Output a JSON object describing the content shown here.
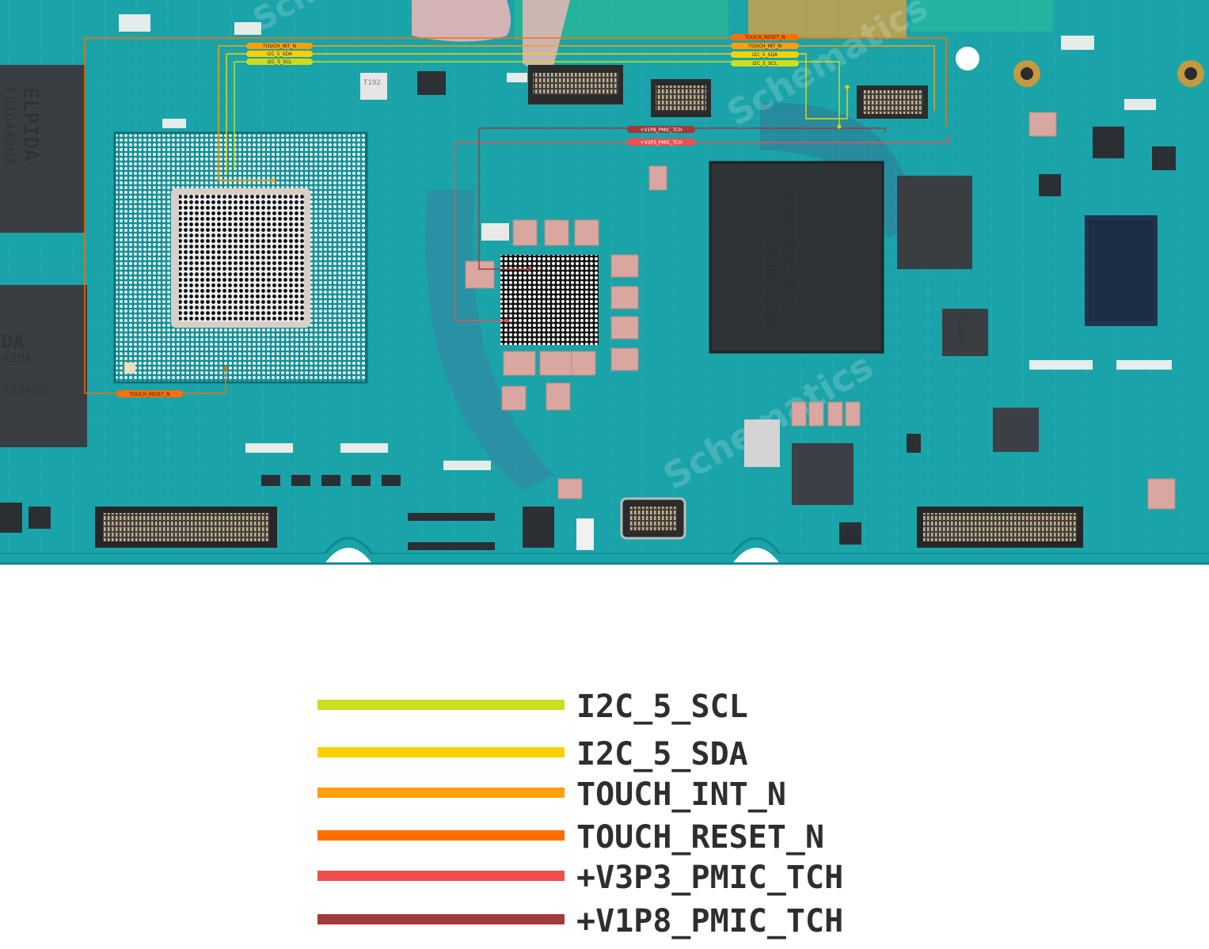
{
  "board": {
    "colors": {
      "pcb": "#1aa3a8",
      "pcb_dark": "#0e7e85",
      "pad_light": "#d9efe9",
      "component_pink": "#d9a7a0",
      "chip_black": "#181c22",
      "chip_gray": "#3a3f44"
    },
    "chip_markings": {
      "ram_top": "ELPIDA",
      "ram_top_part": "F8164A3MA",
      "ram_bottom": "DA",
      "ram_bottom_part": "A3MA",
      "ram_bottom_code": "R03400",
      "flash_part": "H9SBMC8X2L.BAT",
      "flash_code": "VB108 CHINA",
      "small_chip": "T192",
      "ic_code": "YL518E"
    },
    "net_labels": {
      "left_touch_int": "TOUCH_INT_N",
      "left_sda": "I2C_5_SDA",
      "left_scl": "I2C_5_SCL",
      "left_reset": "TOUCH_RESET_N",
      "right_reset": "TOUCH_RESET_N",
      "right_touch_int": "TOUCH_INT_N",
      "right_sda": "I2C_5_SDA",
      "right_scl": "I2C_5_SCL",
      "v1p8": "+V1P8_PMIC_TCH",
      "v3p3": "+V3P3_PMIC_TCH"
    }
  },
  "legend": [
    {
      "label": "I2C_5_SCL",
      "color": "#cddc1f"
    },
    {
      "label": "I2C_5_SDA",
      "color": "#f7d200"
    },
    {
      "label": "TOUCH_INT_N",
      "color": "#ff9e0c"
    },
    {
      "label": "TOUCH_RESET_N",
      "color": "#ff6f00"
    },
    {
      "label": "+V3P3_PMIC_TCH",
      "color": "#f04f4f"
    },
    {
      "label": "+V1P8_PMIC_TCH",
      "color": "#a33a3a"
    }
  ]
}
